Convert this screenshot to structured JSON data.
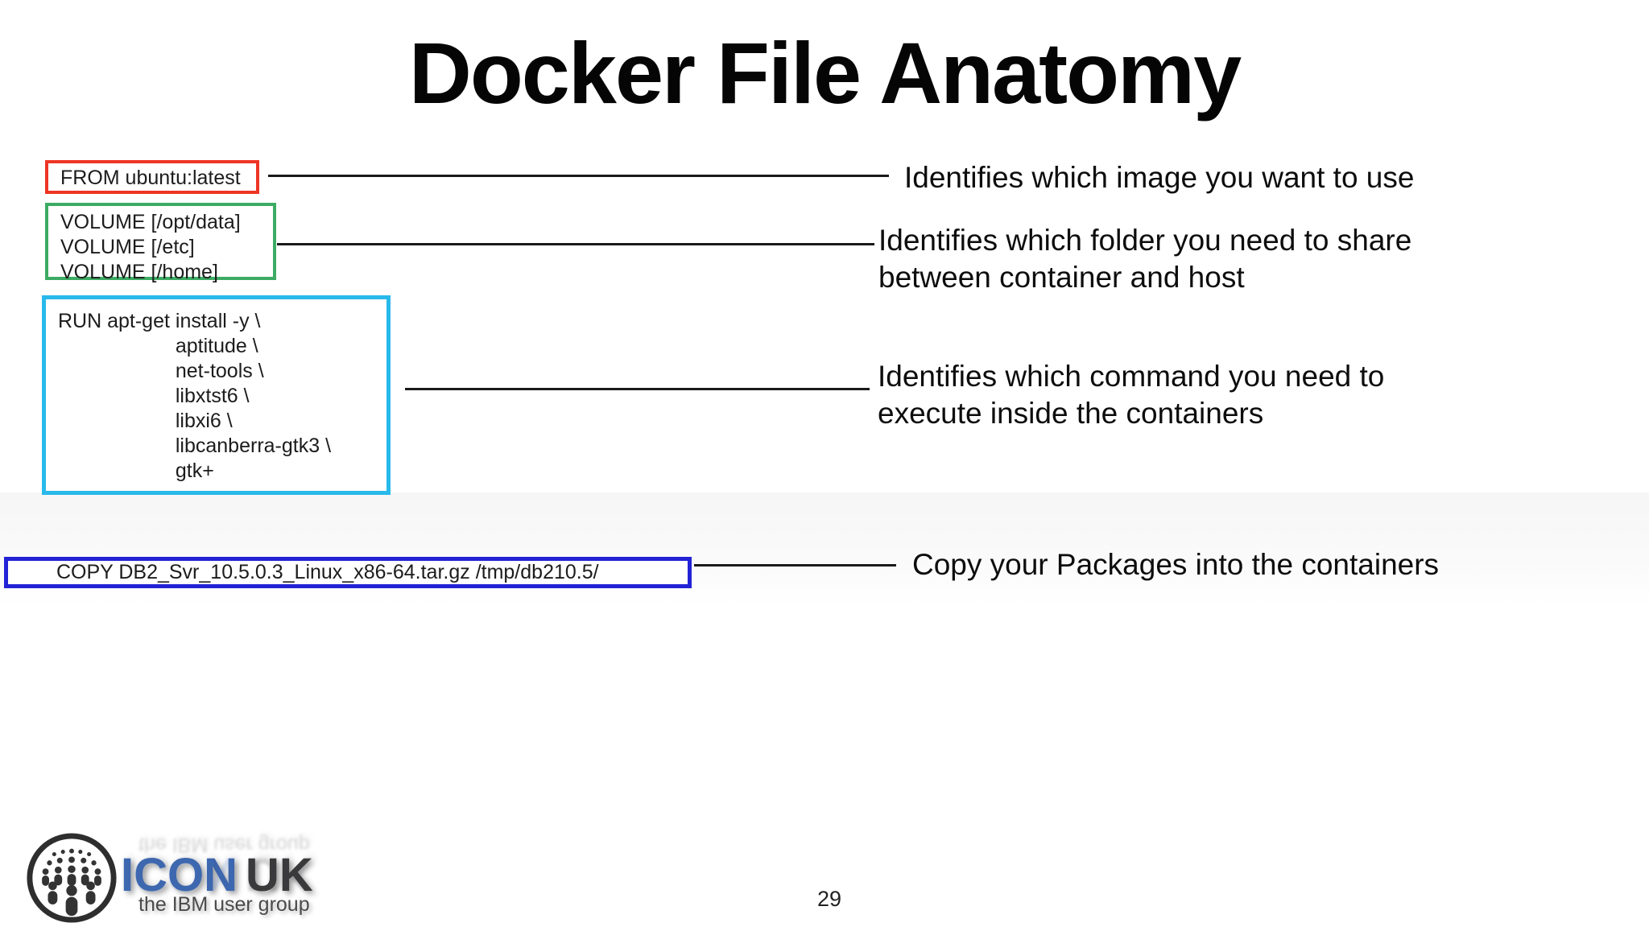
{
  "slide": {
    "title": "Docker File Anatomy",
    "page_number": "29"
  },
  "code_boxes": {
    "from": {
      "border_color": "#ee3424",
      "text": "FROM ubuntu:latest"
    },
    "volume": {
      "border_color": "#3cab63",
      "lines": [
        "VOLUME [/opt/data]",
        "VOLUME [/etc]",
        "VOLUME [/home]"
      ]
    },
    "run": {
      "border_color": "#29b9ea",
      "lines": [
        "RUN apt-get install -y \\",
        "                     aptitude \\",
        "                     net-tools \\",
        "                     libxtst6 \\",
        "                     libxi6 \\",
        "                     libcanberra-gtk3 \\",
        "                     gtk+"
      ]
    },
    "copy": {
      "border_color": "#2323d6",
      "text": "COPY DB2_Svr_10.5.0.3_Linux_x86-64.tar.gz /tmp/db210.5/"
    }
  },
  "annotations": {
    "image": {
      "text": "Identifies which image you want to use"
    },
    "folder": {
      "text": "Identifies which folder you need to share\nbetween container and host"
    },
    "command": {
      "text": "Identifies which command you need to\nexecute inside the containers"
    },
    "copy": {
      "text": "Copy your Packages into the containers"
    }
  },
  "logo": {
    "name": "ICON",
    "suffix": "UK",
    "tagline": "the IBM user group",
    "icon": "people-crowd-icon",
    "name_color": "#3d68b0",
    "suffix_color": "#3a3a3c"
  },
  "colors": {
    "connector_line": "#1a1a1a",
    "title_text": "#050505",
    "background": "#ffffff"
  }
}
